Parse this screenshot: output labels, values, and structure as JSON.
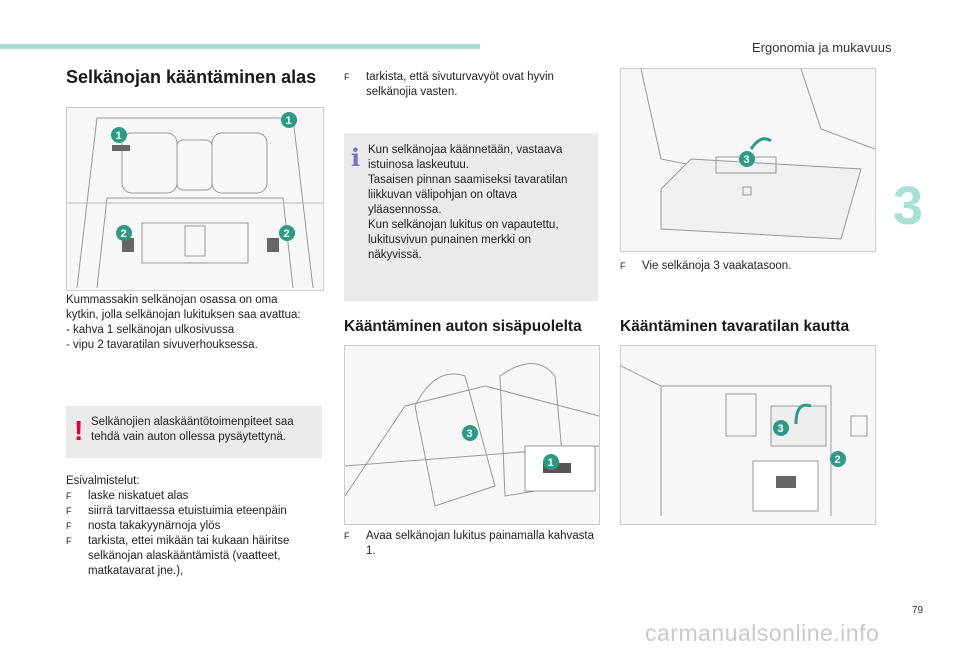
{
  "header": {
    "section_title": "Ergonomia ja mukavuus",
    "chapter_number": "3",
    "page_number": "79",
    "watermark": "carmanualsonline.info"
  },
  "col1": {
    "title": "Selkänojan kääntäminen alas",
    "intro": [
      "Kummassakin selkänojan osassa on oma",
      "kytkin, jolla selkänojan lukituksen saa avattua:",
      "-   kahva 1 selkänojan ulkosivussa",
      "-   vipu 2 tavaratilan sivuverhouksessa."
    ],
    "warning_text": [
      "Selkänojien alaskääntötoimenpiteet saa",
      "tehdä vain auton ollessa pysäytettynä."
    ],
    "prep_title": "Esivalmistelut:",
    "prep_items": [
      "laske niskatuet alas",
      "siirrä tarvittaessa etuistuimia eteenpäin",
      "nosta takakyynärnoja ylös",
      "tarkista, ettei mikään tai kukaan häiritse selkänojan alaskääntämistä (vaatteet, matkatavarat jne.),"
    ]
  },
  "col2": {
    "check_item": "tarkista, että sivuturvavyöt ovat hyvin selkänojia vasten.",
    "info_text": [
      "Kun selkänojaa käännetään, vastaava",
      "istuinosa laskeutuu.",
      "Tasaisen pinnan saamiseksi tavaratilan",
      "liikkuvan välipohjan on oltava",
      "yläasennossa.",
      "Kun selkänojan lukitus on vapautettu,",
      "lukitusvivun punainen merkki on",
      "näkyvissä."
    ],
    "inside_title": "Kääntäminen auton sisäpuolelta",
    "inside_step": "Avaa selkänojan lukitus painamalla kahvasta 1."
  },
  "col3": {
    "step": "Vie selkänoja 3 vaakatasoon.",
    "trunk_title": "Kääntäminen tavaratilan kautta"
  },
  "bullet_glyph": "F",
  "badges": {
    "one": "1",
    "two": "2",
    "three": "3"
  },
  "colors": {
    "accent": "#a8e0d6",
    "badge": "#2c9a86",
    "warning": "#e6002d",
    "info": "#7a6fd0"
  }
}
